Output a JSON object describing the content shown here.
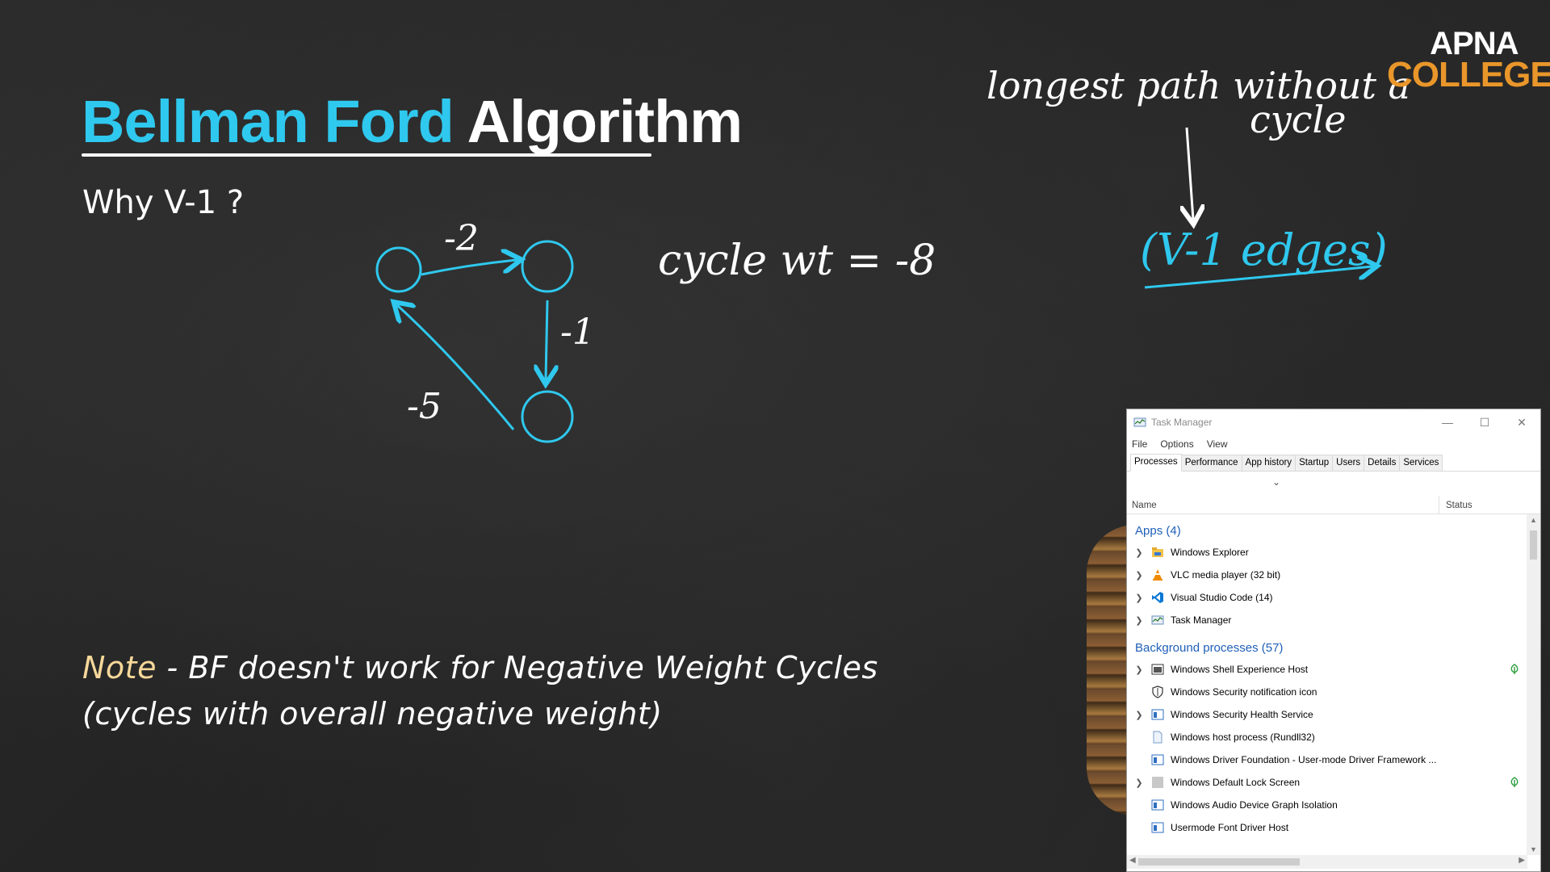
{
  "slide": {
    "title_part1": "Bellman Ford",
    "title_part2": "Algorithm",
    "subtitle": "Why V-1 ?",
    "note_word": "Note",
    "note_rest": " - BF doesn't work for Negative Weight Cycles",
    "note_line2": "(cycles with overall negative weight)",
    "colors": {
      "accent_blue": "#2fc8ee",
      "note_yellow": "#f6d89a",
      "logo_orange": "#e9962a"
    }
  },
  "handwriting": {
    "edge_top": "-2",
    "edge_right": "-1",
    "edge_left": "-5",
    "cycle_wt": "cycle wt = -8",
    "longest_line1": "longest path without a",
    "longest_line2": "cycle",
    "v1_edges": "(V-1 edges)"
  },
  "logo": {
    "line1": "APNA",
    "line2": "COLLEGE"
  },
  "task_manager": {
    "title": "Task Manager",
    "menu": [
      "File",
      "Options",
      "View"
    ],
    "tabs": [
      "Processes",
      "Performance",
      "App history",
      "Startup",
      "Users",
      "Details",
      "Services"
    ],
    "active_tab": "Processes",
    "columns": {
      "name": "Name",
      "status": "Status"
    },
    "apps_header": "Apps (4)",
    "apps": [
      {
        "name": "Windows Explorer",
        "icon": "folder-icon"
      },
      {
        "name": "VLC media player (32 bit)",
        "icon": "vlc-cone-icon"
      },
      {
        "name": "Visual Studio Code (14)",
        "icon": "vscode-icon"
      },
      {
        "name": "Task Manager",
        "icon": "task-manager-icon"
      }
    ],
    "bg_header": "Background processes (57)",
    "background": [
      {
        "name": "Windows Shell Experience Host",
        "icon": "window-icon",
        "expander": true,
        "leaf": true
      },
      {
        "name": "Windows Security notification icon",
        "icon": "shield-icon",
        "expander": false,
        "leaf": false
      },
      {
        "name": "Windows Security Health Service",
        "icon": "window-icon",
        "expander": true,
        "leaf": false
      },
      {
        "name": "Windows host process (Rundll32)",
        "icon": "document-icon",
        "expander": false,
        "leaf": false
      },
      {
        "name": "Windows Driver Foundation - User-mode Driver Framework ...",
        "icon": "window-icon",
        "expander": false,
        "leaf": false
      },
      {
        "name": "Windows Default Lock Screen",
        "icon": "gray-square-icon",
        "expander": true,
        "leaf": true
      },
      {
        "name": "Windows Audio Device Graph Isolation",
        "icon": "window-icon",
        "expander": false,
        "leaf": false
      },
      {
        "name": "Usermode Font Driver Host",
        "icon": "window-icon",
        "expander": false,
        "leaf": false
      }
    ]
  }
}
